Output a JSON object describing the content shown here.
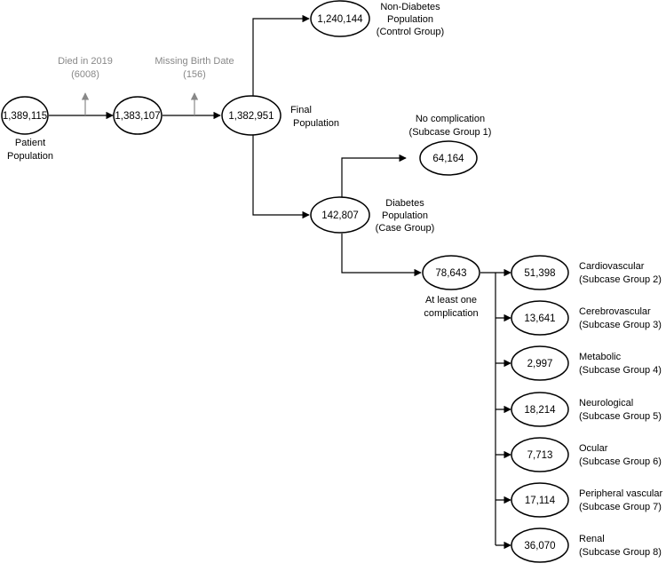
{
  "colors": {
    "line": "#000000",
    "excluded": "#888888",
    "node_fill": "#ffffff"
  },
  "nodes": {
    "patient": {
      "value": "1,389,115",
      "label": [
        "Patient",
        "Population"
      ]
    },
    "after_deaths": {
      "value": "1,383,107"
    },
    "final": {
      "value": "1,382,951",
      "label": [
        "Final",
        "Population"
      ]
    },
    "control": {
      "value": "1,240,144",
      "label": [
        "Non-Diabetes",
        "Population",
        "(Control Group)"
      ]
    },
    "case": {
      "value": "142,807",
      "label": [
        "Diabetes",
        "Population",
        "(Case Group)"
      ]
    },
    "no_complication": {
      "value": "64,164",
      "label": [
        "No complication",
        "(Subcase Group 1)"
      ]
    },
    "at_least_one": {
      "value": "78,643",
      "label": [
        "At least one",
        "complication"
      ]
    }
  },
  "exclusions": [
    {
      "label": "Died in 2019",
      "count": "(6008)"
    },
    {
      "label": "Missing Birth Date",
      "count": "(156)"
    }
  ],
  "complications": [
    {
      "value": "51,398",
      "name": "Cardiovascular",
      "group": "(Subcase Group 2)"
    },
    {
      "value": "13,641",
      "name": "Cerebrovascular",
      "group": "(Subcase Group 3)"
    },
    {
      "value": "2,997",
      "name": "Metabolic",
      "group": "(Subcase Group 4)"
    },
    {
      "value": "18,214",
      "name": "Neurological",
      "group": "(Subcase Group 5)"
    },
    {
      "value": "7,713",
      "name": "Ocular",
      "group": "(Subcase Group 6)"
    },
    {
      "value": "17,114",
      "name": "Peripheral vascular",
      "group": "(Subcase Group 7)"
    },
    {
      "value": "36,070",
      "name": "Renal",
      "group": "(Subcase Group 8)"
    }
  ]
}
